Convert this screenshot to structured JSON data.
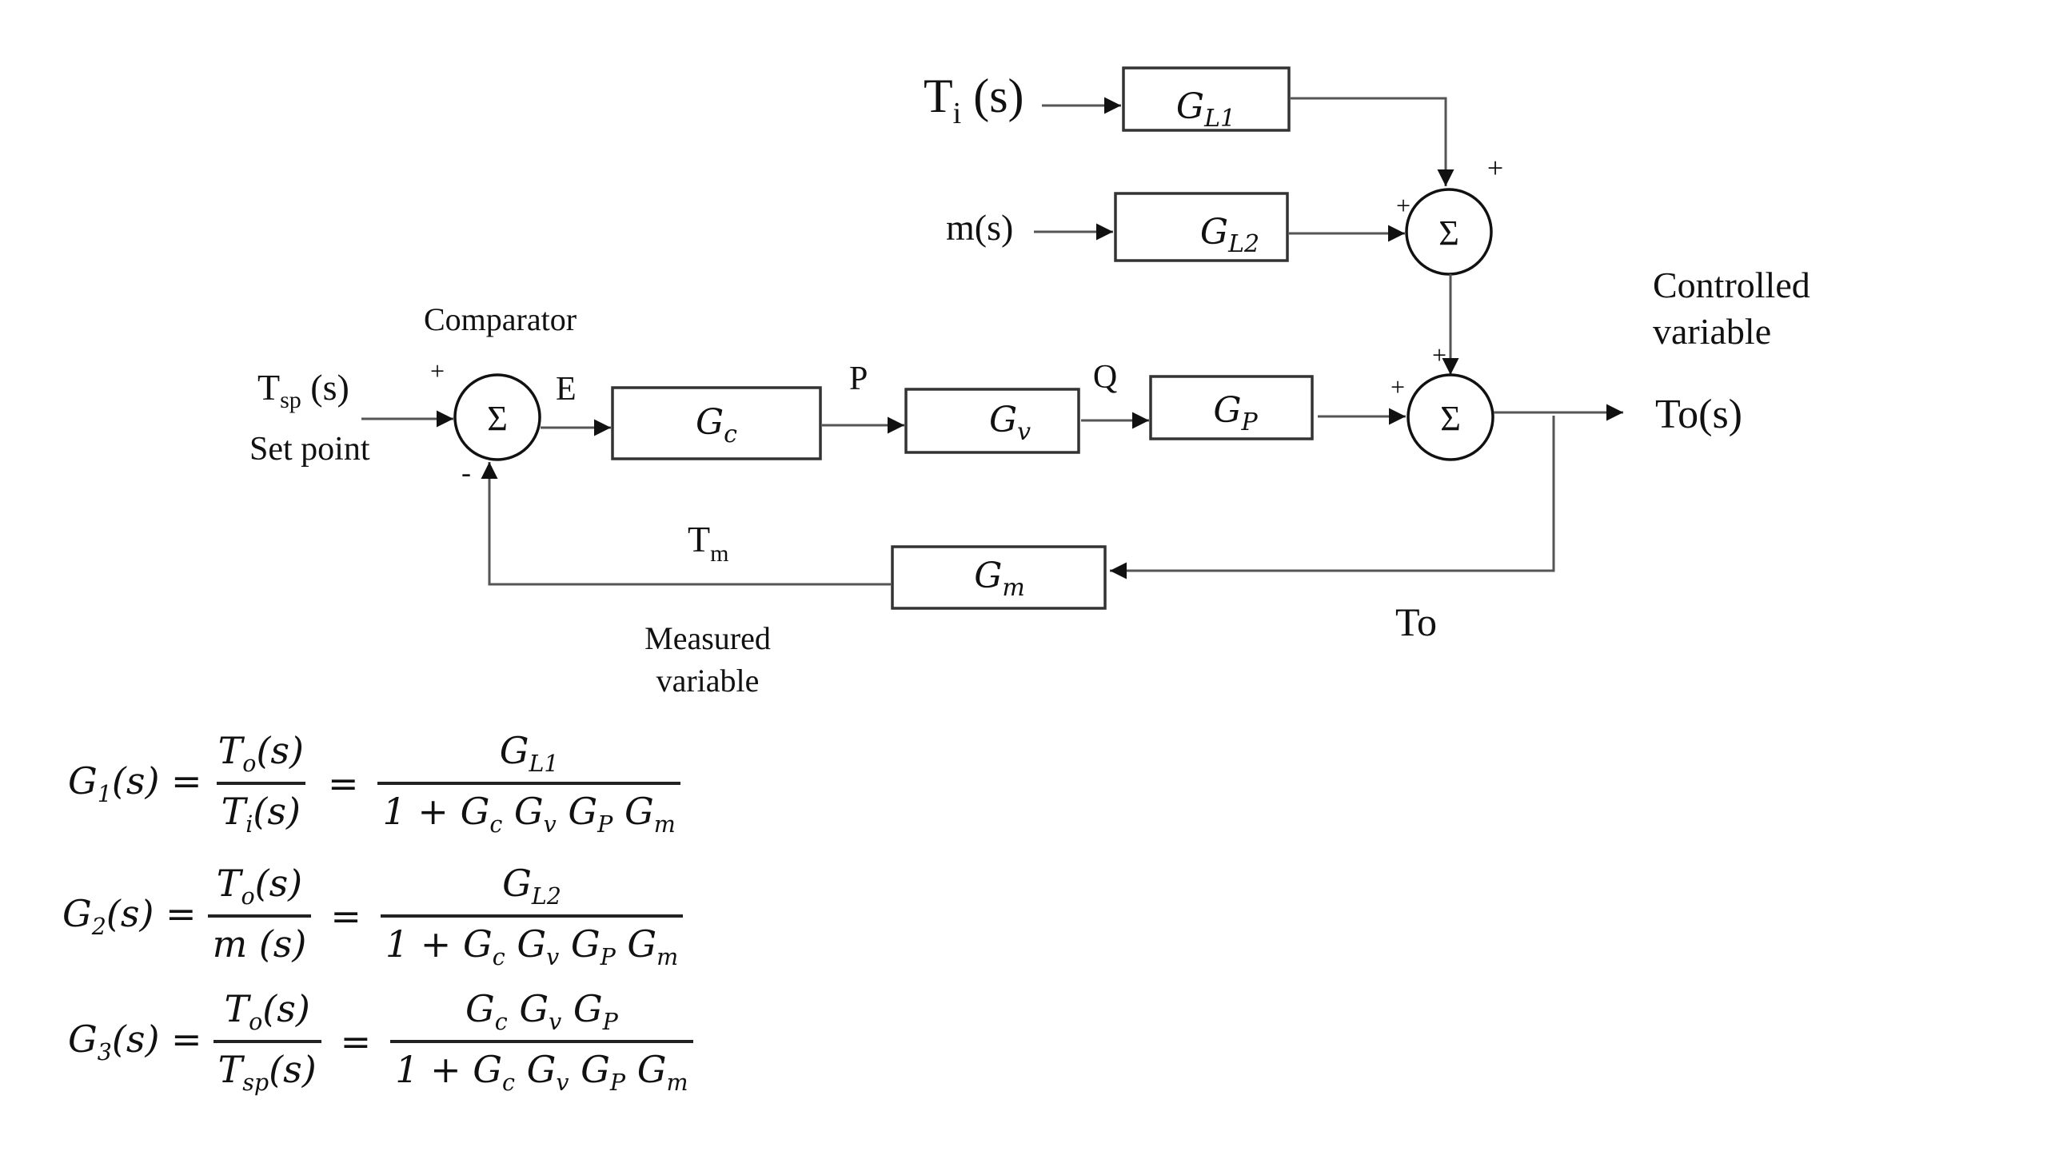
{
  "diagram": {
    "title": "Feedback control loop block diagram",
    "inputs": {
      "ti": {
        "base": "T",
        "sub": "i",
        "rest": " (s)"
      },
      "m": "m(s)",
      "tsp": {
        "base": "T",
        "sub": "sp",
        "rest": " (s)"
      },
      "set_point": "Set point"
    },
    "blocks": {
      "gl1": {
        "base": "G",
        "sub": "L1"
      },
      "gl2": {
        "base": "G",
        "sub": "L2"
      },
      "gc": {
        "base": "G",
        "sub": "c"
      },
      "gv": {
        "base": "G",
        "sub": "v"
      },
      "gp": {
        "base": "G",
        "sub": "P"
      },
      "gm": {
        "base": "G",
        "sub": "m"
      }
    },
    "summers": {
      "symbol": "Σ",
      "comparator_label": "Comparator",
      "comparator_signs": [
        "+",
        "-"
      ],
      "disturbance_signs": [
        "+",
        "+"
      ],
      "output_signs": [
        "+",
        "+"
      ]
    },
    "signals": {
      "e": "E",
      "p": "P",
      "q": "Q",
      "tm": {
        "base": "T",
        "sub": "m"
      },
      "to": "To",
      "output": "To(s)",
      "controlled_line1": "Controlled",
      "controlled_line2": "variable",
      "measured_line1": "Measured",
      "measured_line2": "variable"
    }
  },
  "equations": [
    {
      "lhs": {
        "base": "G",
        "sub": "1",
        "rest": "(s) ="
      },
      "ratio_num": {
        "base": "T",
        "sub": "o",
        "rest": "(s)"
      },
      "ratio_den": {
        "base": "T",
        "sub": "i",
        "rest": "(s)"
      },
      "equals": "=",
      "tf_num": "G_L1",
      "tf_den": "1 + G_c G_v G_P G_m"
    },
    {
      "lhs": {
        "base": "G",
        "sub": "2",
        "rest": "(s) ="
      },
      "ratio_num": {
        "base": "T",
        "sub": "o",
        "rest": "(s)"
      },
      "ratio_den": {
        "base": "m",
        "sub": "",
        "rest": " (s)"
      },
      "equals": "=",
      "tf_num": "G_L2",
      "tf_den": "1 + G_c G_v G_P G_m"
    },
    {
      "lhs": {
        "base": "G",
        "sub": "3",
        "rest": "(s) ="
      },
      "ratio_num": {
        "base": "T",
        "sub": "o",
        "rest": "(s)"
      },
      "ratio_den": {
        "base": "T",
        "sub": "sp",
        "rest": "(s)"
      },
      "equals": "=",
      "tf_num": "G_c G_v G_P",
      "tf_den": "1 + G_c G_v G_P G_m"
    }
  ]
}
